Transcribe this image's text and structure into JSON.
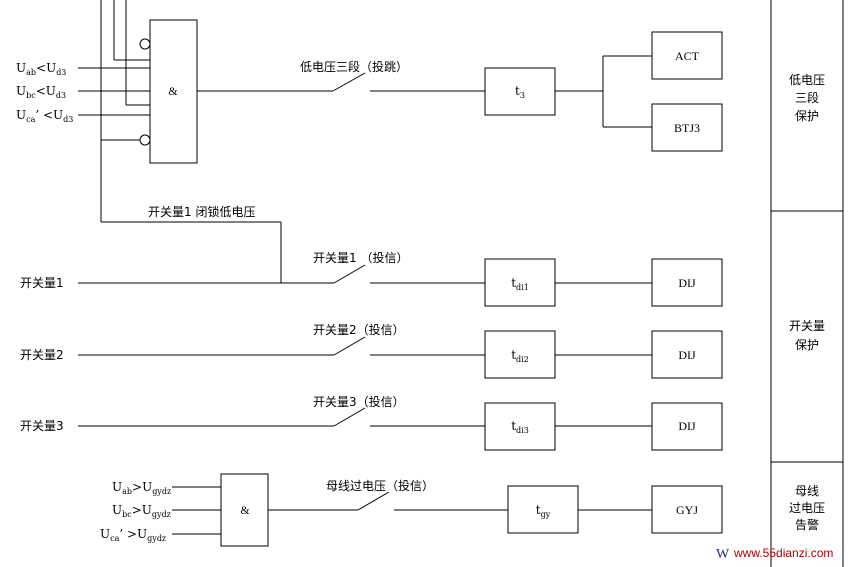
{
  "and_gate_1": {
    "symbol": "&",
    "inputs": [
      {
        "main": "U",
        "sub1": "ab",
        "op": "<U",
        "sub2": "d3"
      },
      {
        "main": "U",
        "sub1": "bc",
        "op": "<U",
        "sub2": "d3"
      },
      {
        "main": "U",
        "sub1": "ca",
        "op": "’ <U",
        "sub2": "d3"
      }
    ]
  },
  "low_voltage_switch_label": "低电压三段（投跳）",
  "timer_t3": {
    "main": "t",
    "sub": "3"
  },
  "act_label": "ACT",
  "btj3_label": "BTJ3",
  "interlock_label": "开关量1 闭锁低电压",
  "switch_rows": [
    {
      "input_label": "开关量1",
      "switch_label": "开关量1 （投信）",
      "timer_main": "t",
      "timer_sub": "di1",
      "output_label": "DIJ"
    },
    {
      "input_label": "开关量2",
      "switch_label": "开关量2（投信）",
      "timer_main": "t",
      "timer_sub": "di2",
      "output_label": "DIJ"
    },
    {
      "input_label": "开关量3",
      "switch_label": "开关量3（投信）",
      "timer_main": "t",
      "timer_sub": "di3",
      "output_label": "DIJ"
    }
  ],
  "and_gate_2": {
    "symbol": "&",
    "inputs": [
      {
        "main": "U",
        "sub1": "ab",
        "op": ">U",
        "sub2": "gydz"
      },
      {
        "main": "U",
        "sub1": "bc",
        "op": ">U",
        "sub2": "gydz"
      },
      {
        "main": "U",
        "sub1": "ca",
        "op": "’ >U",
        "sub2": "gydz"
      }
    ]
  },
  "bus_overvoltage_switch_label": "母线过电压（投信）",
  "timer_tgy": {
    "main": "t",
    "sub": "gy"
  },
  "gyj_label": "GYJ",
  "side_panels": [
    {
      "lines": [
        "低电压",
        "三段",
        "保护"
      ]
    },
    {
      "lines": [
        "开关量",
        "保护"
      ]
    },
    {
      "lines": [
        "母线",
        "过电压",
        "告警"
      ]
    }
  ],
  "watermark": {
    "prefix": "W",
    "text": "www.55dianzi.com"
  }
}
